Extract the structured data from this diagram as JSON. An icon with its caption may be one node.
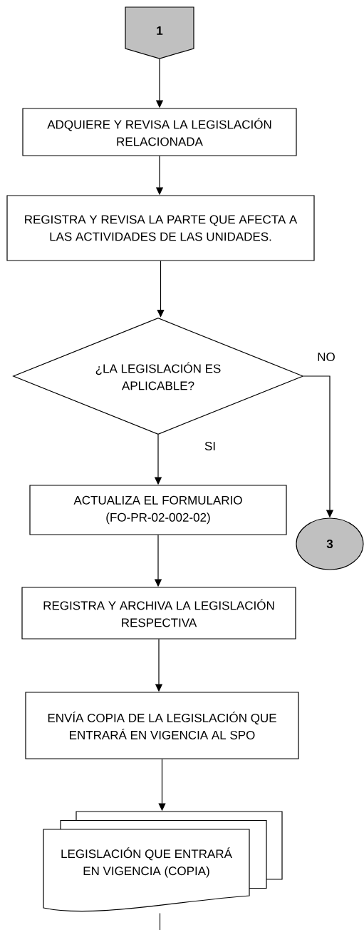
{
  "diagram": {
    "nodes": [
      {
        "text": [
          "1"
        ]
      },
      {
        "text": [
          "ADQUIERE Y REVISA LA LEGISLACIÓN RELACIONADA"
        ]
      },
      {
        "text": [
          "REGISTRA Y REVISA LA PARTE QUE AFECTA A LAS ACTIVIDADES DE LAS UNIDADES."
        ]
      },
      {
        "text": [
          "¿LA LEGISLACIÓN ES APLICABLE?"
        ]
      },
      {
        "text": [
          "ACTUALIZA EL FORMULARIO (FO-PR-02-002-02)"
        ]
      },
      {
        "text": [
          "3"
        ]
      },
      {
        "text": [
          "REGISTRA Y ARCHIVA LA LEGISLACIÓN RESPECTIVA"
        ]
      },
      {
        "text": [
          "ENVÍA COPIA DE LA LEGISLACIÓN QUE ENTRARÁ EN VIGENCIA AL SPO"
        ]
      },
      {
        "text": [
          "LEGISLACIÓN QUE ENTRARÁ EN VIGENCIA (COPIA)"
        ]
      }
    ],
    "edges": [
      {
        "from": 0,
        "to": 1,
        "arrow": "to"
      },
      {
        "from": 1,
        "to": 2,
        "arrow": "to"
      },
      {
        "from": 2,
        "to": 3,
        "arrow": "to"
      },
      {
        "from": 3,
        "to": 4,
        "arrow": "to",
        "label": "SI"
      },
      {
        "from": 3,
        "to": 5,
        "arrow": "to",
        "label": "NO"
      },
      {
        "from": 4,
        "to": 6,
        "arrow": "to"
      },
      {
        "from": 6,
        "to": 7,
        "arrow": "to"
      },
      {
        "from": 7,
        "to": 8,
        "arrow": "to"
      },
      {
        "from": 8,
        "to": null,
        "arrow": "none"
      }
    ]
  }
}
